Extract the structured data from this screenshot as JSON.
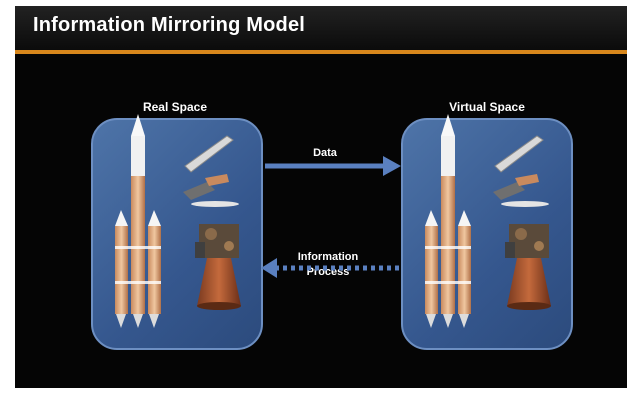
{
  "title": "Information Mirroring Model",
  "colors": {
    "accent_rule": "#d8871c",
    "panel": "#3d5f93",
    "arrow": "#5a80c0",
    "background": "#050505"
  },
  "left_panel": {
    "label": "Real Space"
  },
  "right_panel": {
    "label": "Virtual Space"
  },
  "data_arrow": {
    "label": "Data"
  },
  "info_arrow": {
    "label_line1": "Information",
    "label_line2": "Process"
  }
}
